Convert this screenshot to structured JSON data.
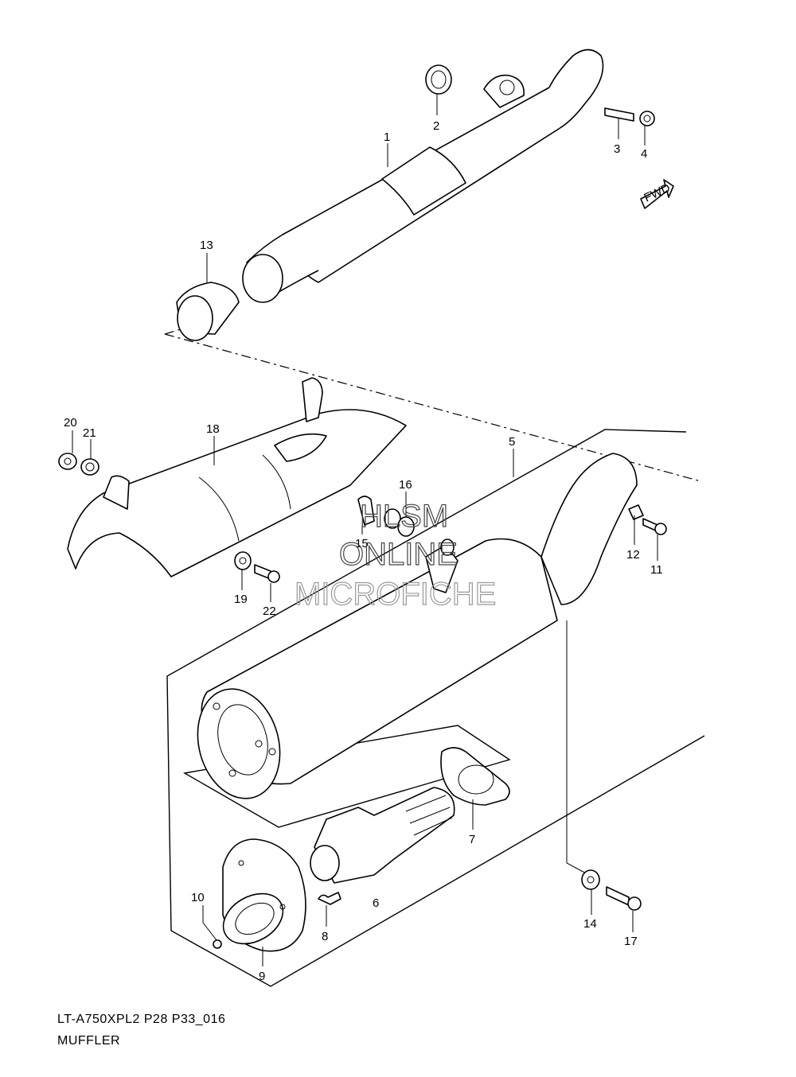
{
  "diagram": {
    "code": "LT-A750XPL2 P28 P33_016",
    "title": "MUFFLER",
    "fwd_mark": "FWD",
    "watermark": [
      "HLSM",
      "ONLINE",
      "MICROFICHE"
    ],
    "callouts": [
      "1",
      "2",
      "3",
      "4",
      "5",
      "6",
      "7",
      "8",
      "9",
      "10",
      "11",
      "12",
      "13",
      "14",
      "15",
      "16",
      "17",
      "18",
      "19",
      "20",
      "21",
      "22"
    ]
  }
}
